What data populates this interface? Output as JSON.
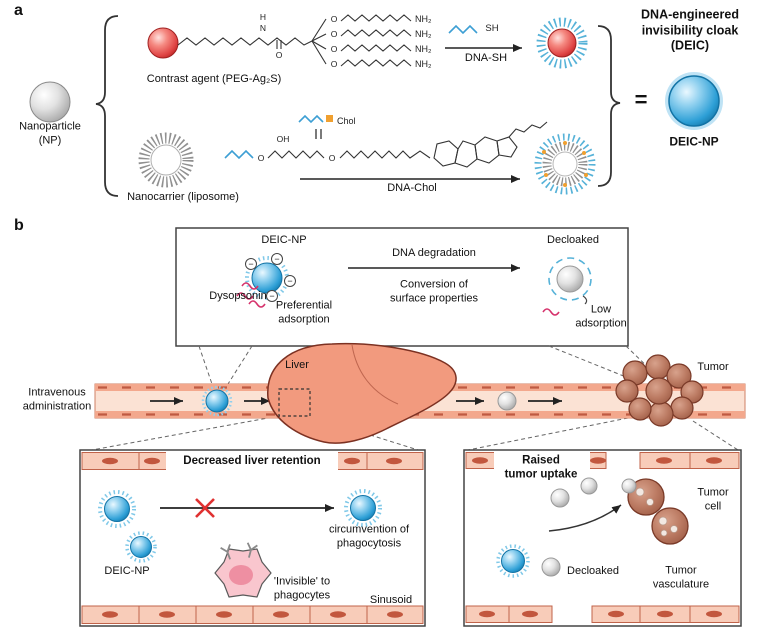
{
  "colors": {
    "dna_blue": "#3d9fd4",
    "sphere_blue": "#2d9fd6",
    "sphere_red": "#e04545",
    "liver_salmon": "#f29a7e",
    "vessel_pink": "#fbe2d4",
    "vessel_wall": "#f3a88d",
    "dysopsonin_pink": "#d6336c",
    "tumor_brown": "#b4725e",
    "chol_orange": "#f0a030",
    "np_gray": "#c8c8c8"
  },
  "panel_a": {
    "label": "a",
    "np_label": "Nanoparticle\n(NP)",
    "contrast_label": "Contrast agent (PEG-Ag₂S)",
    "dna_sh_label": "DNA-SH",
    "nanocarrier_label": "Nanocarrier (liposome)",
    "dna_chol_label": "DNA-Chol",
    "equals": "=",
    "deic_title": "DNA-engineered\ninvisibility cloak\n(DEIC)",
    "deic_np_label": "DEIC-NP",
    "chem": {
      "h": "H",
      "n": "N",
      "o": "O",
      "nh2": "NH₂",
      "sh": "SH",
      "oh": "OH",
      "chol": "Chol"
    }
  },
  "panel_b": {
    "label": "b",
    "top_box": {
      "deic_np": "DEIC-NP",
      "dysopsonin": "Dysopsonin",
      "preferential": "Preferential\nadsorption",
      "dna_degradation": "DNA degradation",
      "conversion": "Conversion of\nsurface properties",
      "decloaked": "Decloaked",
      "low_adsorption": "Low\nadsorption",
      "minus": "−"
    },
    "vessel": {
      "intravenous": "Intravenous\nadministration",
      "liver": "Liver",
      "tumor": "Tumor"
    },
    "liver_box": {
      "title": "Decreased liver retention",
      "deic_np": "DEIC-NP",
      "circumvention": "circumvention of\nphagocytosis",
      "invisible": "'Invisible' to\nphagocytes",
      "sinusoid": "Sinusoid"
    },
    "tumor_box": {
      "title": "Raised\ntumor uptake",
      "tumor_cell": "Tumor\ncell",
      "decloaked": "Decloaked",
      "vasculature": "Tumor\nvasculature"
    }
  }
}
